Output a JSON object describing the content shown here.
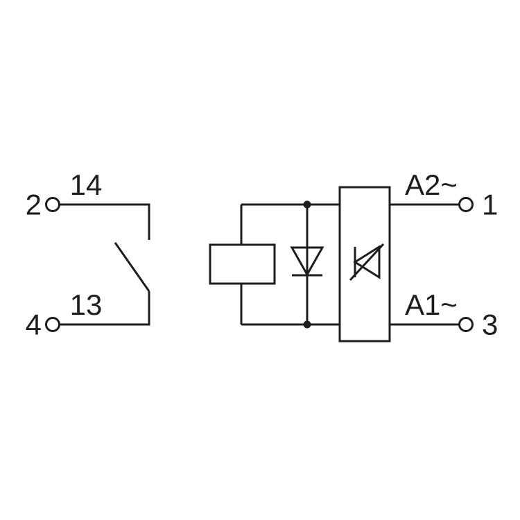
{
  "diagram": {
    "description": "Relay module wiring schematic with normally-open contact, relay coil, protection diode and electronic AC input block",
    "colors": {
      "line": "#1d1d1b",
      "background": "#ffffff"
    },
    "contact_circuit": {
      "component": "normally-open-relay-contact",
      "pin_top": "2",
      "contact_top": "14",
      "pin_bottom": "4",
      "contact_bottom": "13"
    },
    "coil_circuit": {
      "components": [
        "relay-coil",
        "protection-diode",
        "electronic-input-block"
      ],
      "pin_top": "1",
      "contact_top": "A2~",
      "pin_bottom": "3",
      "contact_bottom": "A1~"
    }
  }
}
